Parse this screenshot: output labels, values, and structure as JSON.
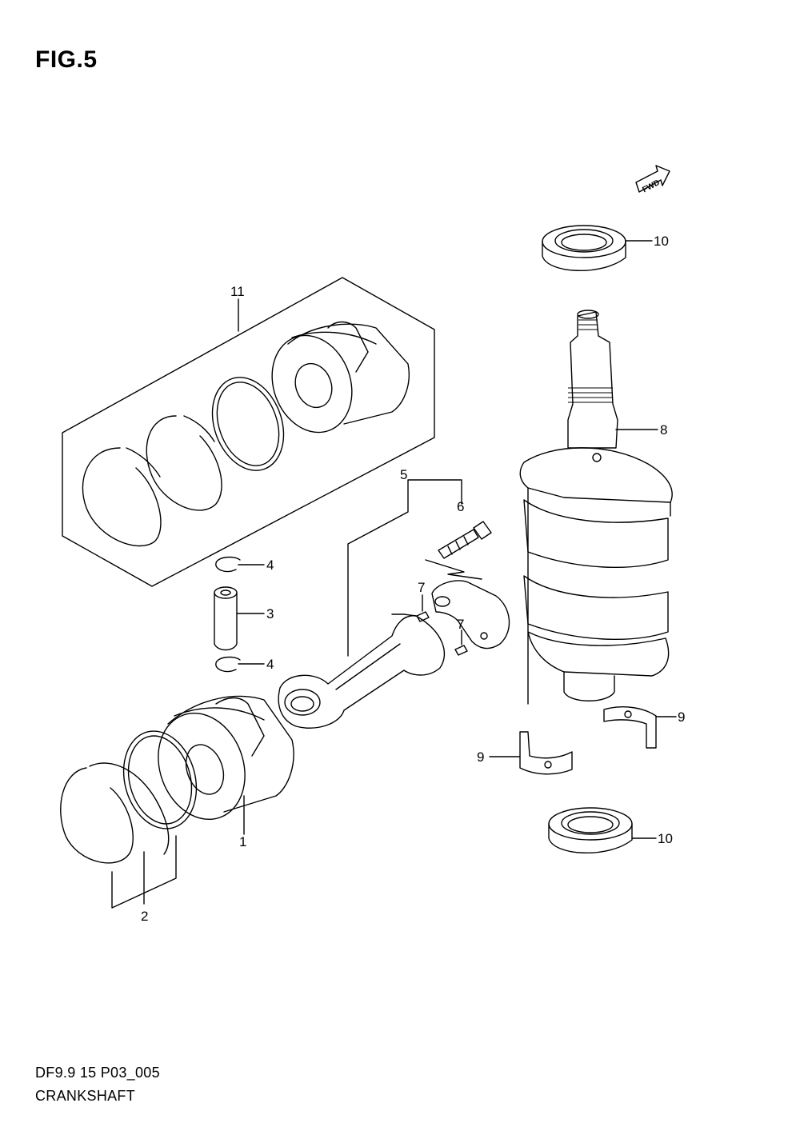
{
  "figure": {
    "title": "FIG.5",
    "code": "DF9.9 15 P03_005",
    "name": "CRANKSHAFT",
    "fwd_badge": "FWD"
  },
  "callouts": {
    "piston": "1",
    "rings": "2",
    "pin": "3",
    "circlip_upper": "4",
    "circlip_lower": "4",
    "conrod": "5",
    "conrod_bolt": "6",
    "pin_left": "7",
    "pin_right": "7",
    "crankshaft": "8",
    "bearing_right": "9",
    "bearing_left": "9",
    "seal_top": "10",
    "seal_bottom": "10",
    "piston_set": "11"
  }
}
